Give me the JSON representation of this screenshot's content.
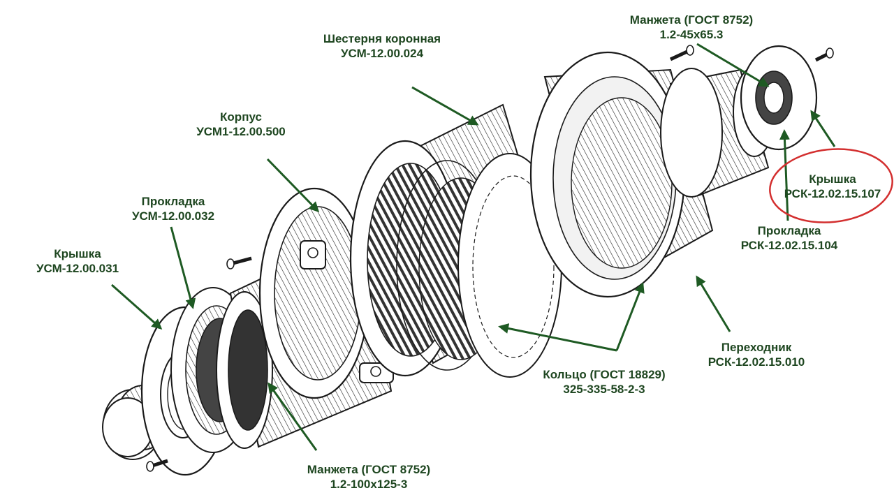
{
  "labels": {
    "crown_gear": {
      "name": "Шестерня коронная",
      "code": "УСМ-12.00.024"
    },
    "housing": {
      "name": "Корпус",
      "code": "УСМ1-12.00.500"
    },
    "gasket_left": {
      "name": "Прокладка",
      "code": "УСМ-12.00.032"
    },
    "cover_left": {
      "name": "Крышка",
      "code": "УСМ-12.00.031"
    },
    "seal_bottom": {
      "name": "Манжета (ГОСТ 8752)",
      "code": "1.2-100х125-3"
    },
    "ring": {
      "name": "Кольцо (ГОСТ 18829)",
      "code": "325-335-58-2-3"
    },
    "adapter": {
      "name": "Переходник",
      "code": "РСК-12.02.15.010"
    },
    "gasket_right": {
      "name": "Прокладка",
      "code": "РСК-12.02.15.104"
    },
    "cover_right": {
      "name": "Крышка",
      "code": "РСК-12.02.15.107"
    },
    "seal_top": {
      "name": "Манжета (ГОСТ 8752)",
      "code": "1.2-45х65.3"
    }
  },
  "colors": {
    "label_text": "#1e4620",
    "arrow": "#1e5a23",
    "highlight_circle": "#d32f2f",
    "ink": "#1a1a1a"
  }
}
